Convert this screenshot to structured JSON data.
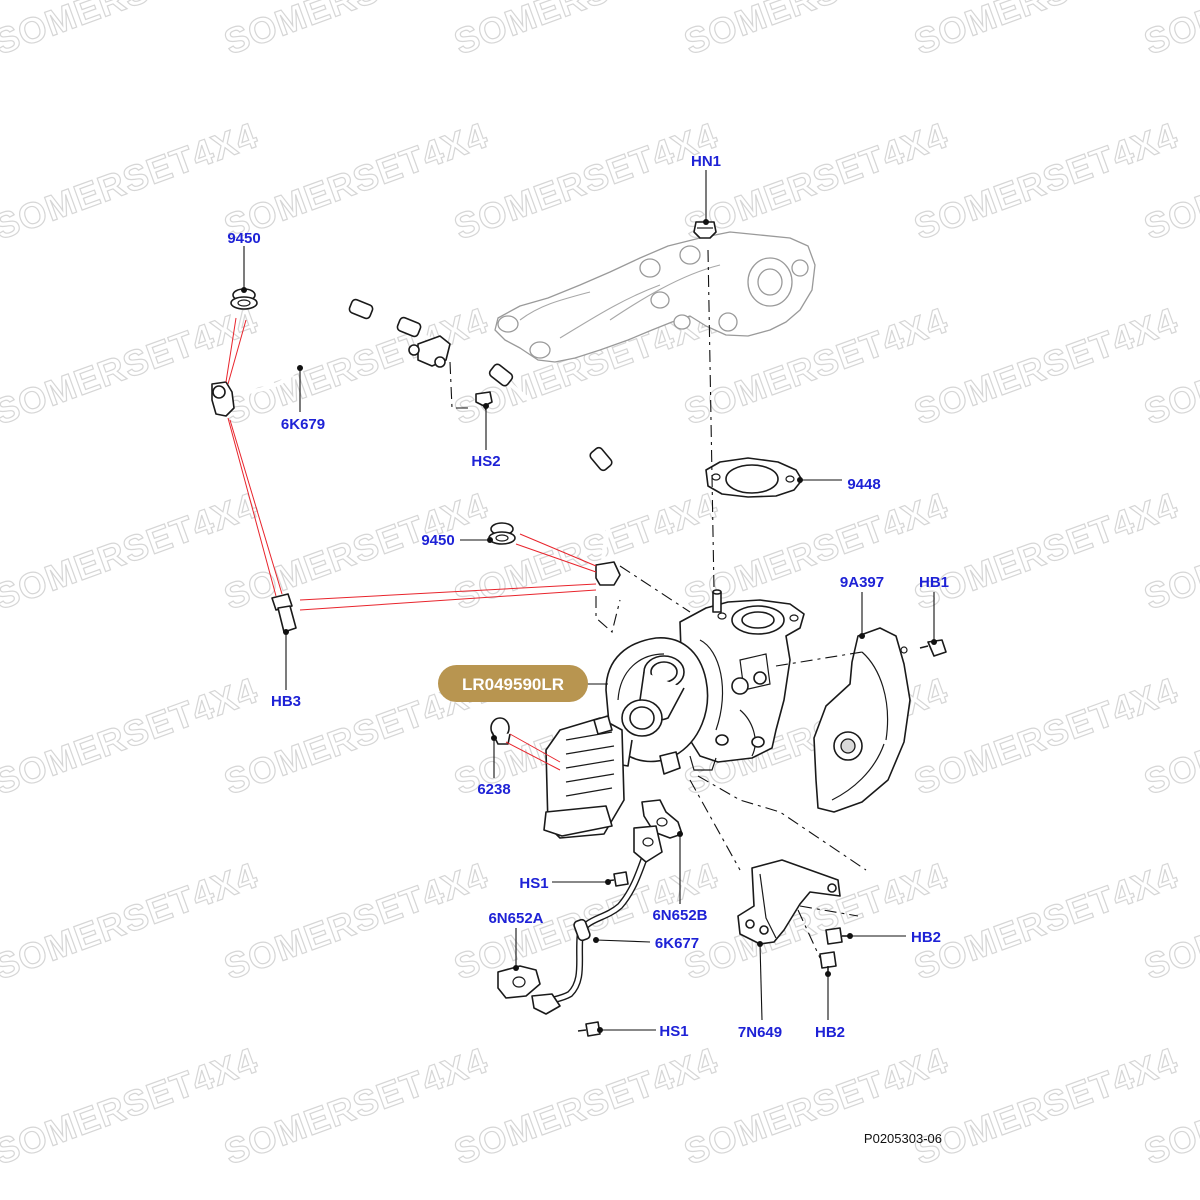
{
  "watermark": {
    "text": "SOMERSET4X4"
  },
  "callouts": {
    "hn1": "HN1",
    "p9450_top": "9450",
    "p6k679": "6K679",
    "hs2": "HS2",
    "p9448": "9448",
    "p9450_mid": "9450",
    "p9a397": "9A397",
    "hb1": "HB1",
    "hb3": "HB3",
    "p6238": "6238",
    "hs1_upper": "HS1",
    "p6n652a": "6N652A",
    "p6n652b": "6N652B",
    "p6k677": "6K677",
    "hb2_right": "HB2",
    "hs1_lower": "HS1",
    "p7n649": "7N649",
    "hb2_lower": "HB2"
  },
  "badge": {
    "part_number": "LR049590LR"
  },
  "reference": {
    "code": "P0205303-06"
  },
  "colors": {
    "callout": "#1e22d6",
    "badge": "#b89550",
    "highlight_lines": "#e8242c"
  }
}
